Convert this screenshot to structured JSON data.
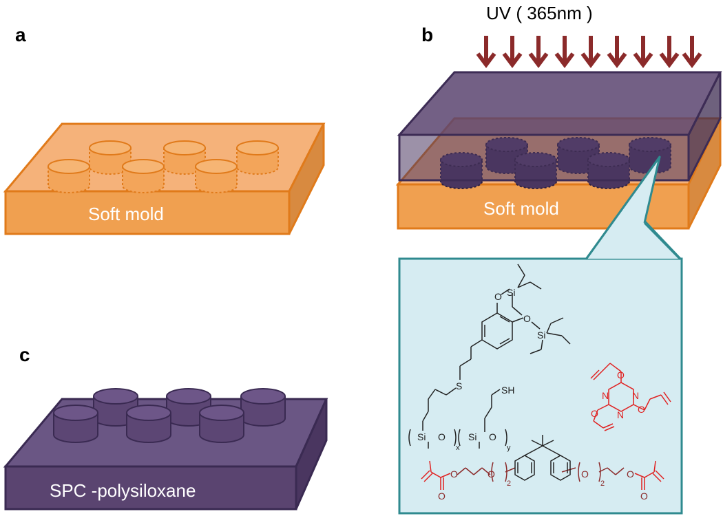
{
  "panels": {
    "a": {
      "label": "a",
      "slab_label": "Soft mold"
    },
    "b": {
      "label": "b",
      "slab_label": "Soft mold",
      "uv_label": "UV ( 365nm )"
    },
    "c": {
      "label": "c",
      "slab_label": "SPC -polysiloxane"
    }
  },
  "chemistry": {
    "si": "Si",
    "o": "O",
    "s": "S",
    "sh": "SH",
    "n": "N",
    "x": "x",
    "y": "y",
    "two": "2",
    "siloxane_unit": "Si"
  },
  "colors": {
    "mold_orange": "#f0a050",
    "mold_border": "#e07a1a",
    "purple_resin": "#5a4470",
    "purple_border": "#3d2c55",
    "uv_arrow": "#8b2a2a",
    "zoom_fill": "#d6ecf2",
    "zoom_border": "#2f8a8f",
    "chem_black": "#222222",
    "chem_red": "#e02020"
  }
}
